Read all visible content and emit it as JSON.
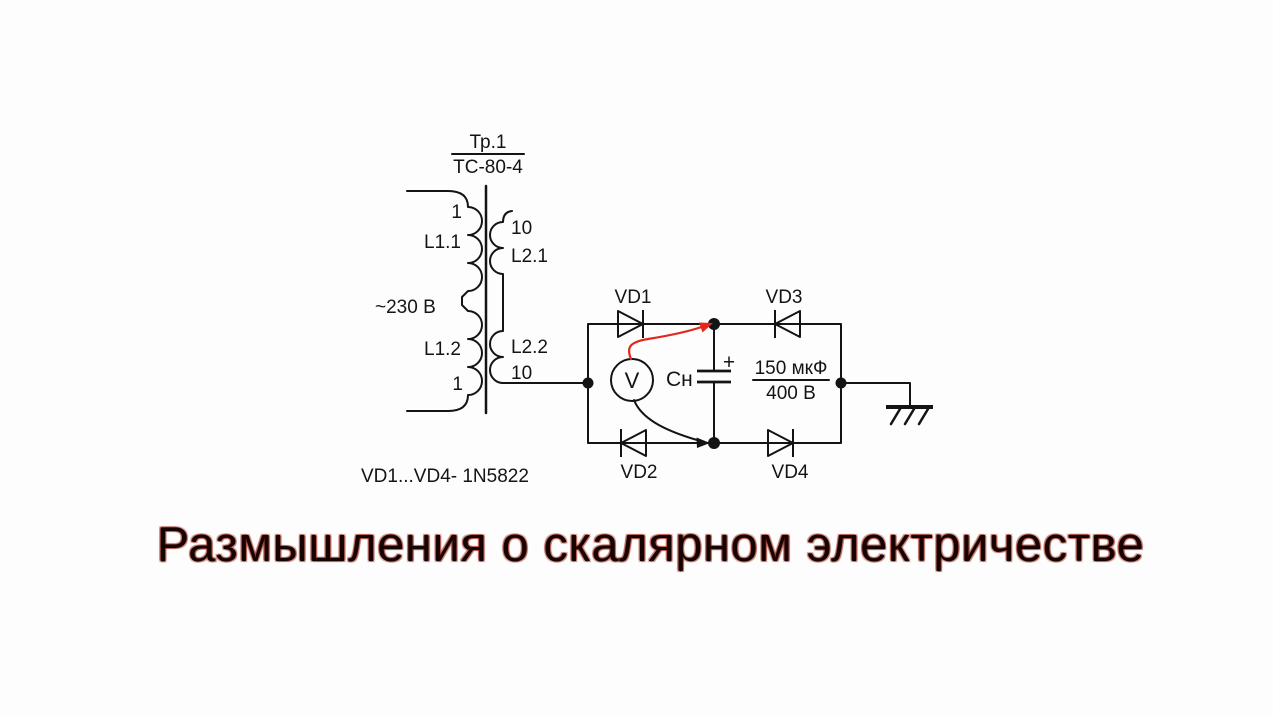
{
  "colors": {
    "background": "#fcfdfc",
    "line": "#141414",
    "probe_red": "#e3271c",
    "title": "#170402"
  },
  "title": {
    "text": "Размышления о скалярном электричестве"
  },
  "transformer": {
    "designator": "Тр.1",
    "model": "ТС-80-4",
    "primary_voltage": "~230 В",
    "windings": {
      "l11": {
        "label": "L1.1",
        "terminal": "1"
      },
      "l12": {
        "label": "L1.2",
        "terminal": "1"
      },
      "l21": {
        "label": "L2.1",
        "turns": "10"
      },
      "l22": {
        "label": "L2.2",
        "turns": "10"
      }
    }
  },
  "rectifier": {
    "vd1": "VD1",
    "vd2": "VD2",
    "vd3": "VD3",
    "vd4": "VD4",
    "note": "VD1...VD4- 1N5822"
  },
  "capacitor": {
    "designator": "Сн",
    "polarity": "+",
    "capacitance": "150 мкФ",
    "voltage_rating": "400 В"
  },
  "voltmeter": {
    "label": "V"
  }
}
